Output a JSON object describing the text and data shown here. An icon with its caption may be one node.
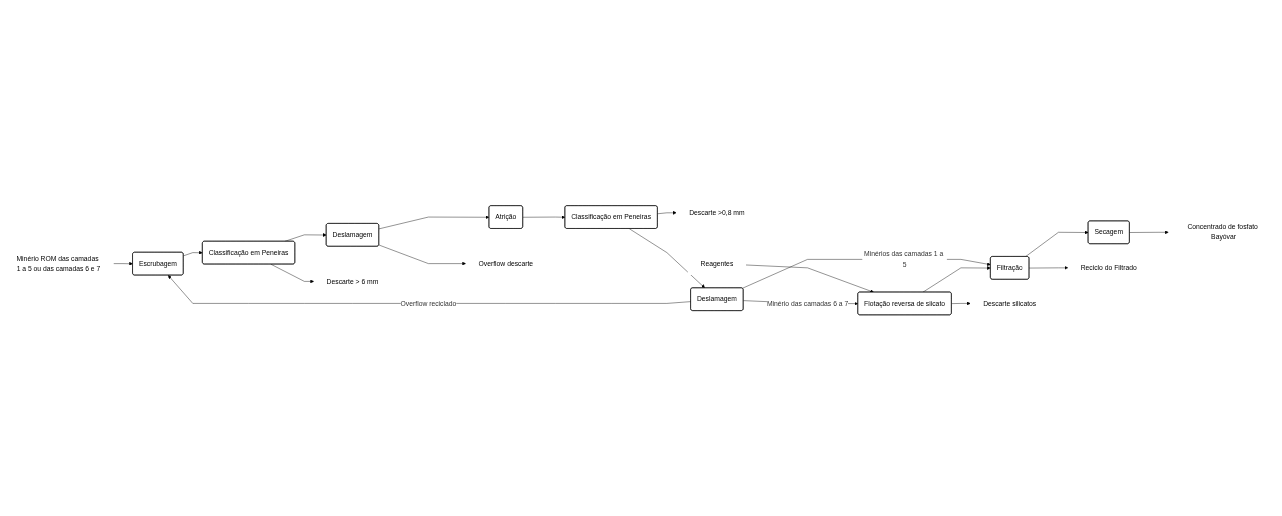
{
  "diagram": {
    "nodes": [
      {
        "text": [
          "Minério ROM das camadas 1 a 5 ou das camadas 6 e 7"
        ]
      },
      {
        "text": [
          "Escrubagem"
        ]
      },
      {
        "text": [
          "Classificação em Peneiras"
        ]
      },
      {
        "text": [
          "Deslamagem"
        ]
      },
      {
        "text": [
          "Atrição"
        ]
      },
      {
        "text": [
          "Classificação em Peneiras"
        ]
      },
      {
        "text": [
          "Descarte >0,8 mm"
        ]
      },
      {
        "text": [
          "Descarte > 6 mm"
        ]
      },
      {
        "text": [
          "Overflow descarte"
        ]
      },
      {
        "text": [
          "Reagentes"
        ]
      },
      {
        "text": [
          "Deslamagem"
        ]
      },
      {
        "text": [
          "Flotação reversa de siicato"
        ]
      },
      {
        "text": [
          "Concentrado de fosfato Bayóvar"
        ]
      },
      {
        "text": [
          "Secagem"
        ]
      },
      {
        "text": [
          "Filtração"
        ]
      },
      {
        "text": [
          "Descarte silicatos"
        ]
      },
      {
        "text": [
          "Reciclo do Filtrado"
        ]
      }
    ],
    "edges": [
      {
        "from": 0,
        "to": 1,
        "arrow": "to"
      },
      {
        "from": 1,
        "to": 2,
        "arrow": "to"
      },
      {
        "from": 2,
        "to": 3,
        "arrow": "to"
      },
      {
        "from": 3,
        "to": 4,
        "arrow": "to"
      },
      {
        "from": 4,
        "to": 5,
        "arrow": "to"
      },
      {
        "from": 5,
        "to": 6,
        "arrow": "to"
      },
      {
        "from": 2,
        "to": 7,
        "arrow": "to"
      },
      {
        "from": 3,
        "to": 8,
        "arrow": "to"
      },
      {
        "from": 5,
        "to": 10,
        "arrow": "to"
      },
      {
        "from": 9,
        "to": 11,
        "arrow": "to"
      },
      {
        "from": 10,
        "to": 11,
        "label": "Minério das camadas 6 a 7",
        "arrow": "to"
      },
      {
        "from": 10,
        "to": 1,
        "label": "Overflow reciclado",
        "arrow": "to"
      },
      {
        "from": 10,
        "to": 14,
        "label": "Minérios das camadas 1 a 5",
        "arrow": "to"
      },
      {
        "from": 11,
        "to": 14,
        "arrow": "to"
      },
      {
        "from": 11,
        "to": 15,
        "arrow": "to"
      },
      {
        "from": 14,
        "to": 13,
        "arrow": "to"
      },
      {
        "from": 13,
        "to": 12,
        "arrow": "to"
      },
      {
        "from": 14,
        "to": 16,
        "arrow": "to"
      }
    ]
  }
}
